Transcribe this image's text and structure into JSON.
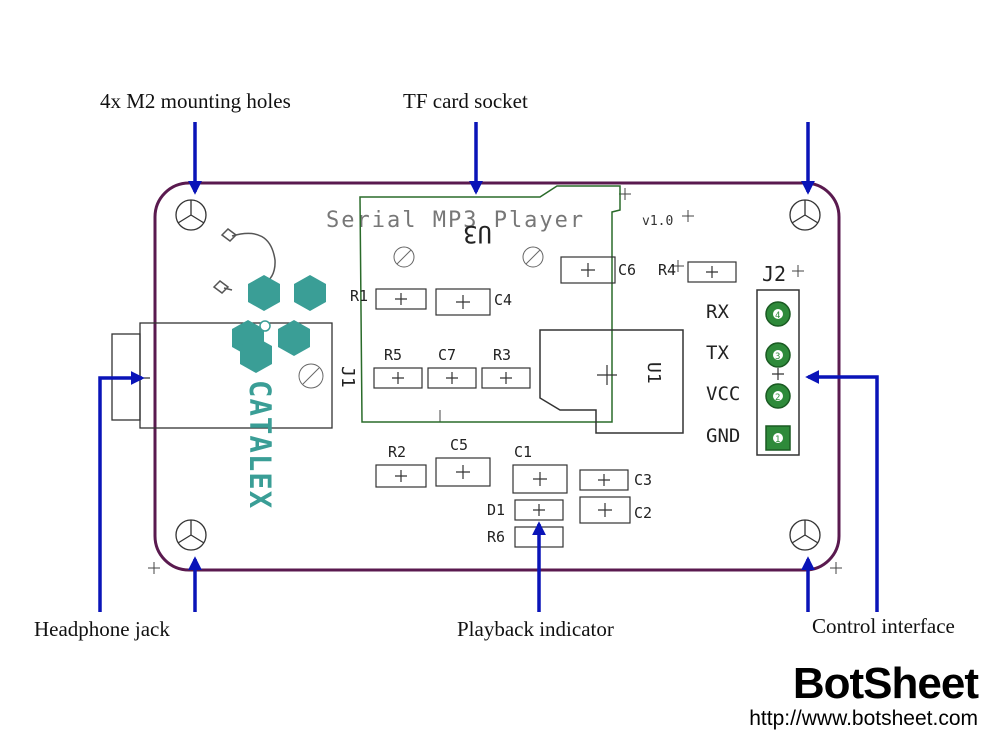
{
  "callouts": {
    "mounting_holes": "4x M2 mounting holes",
    "tf_card_socket": "TF card socket",
    "headphone_jack": "Headphone jack",
    "playback_indicator": "Playback indicator",
    "control_interface": "Control interface"
  },
  "board": {
    "title": "Serial MP3 Player",
    "version": "v1.0",
    "logo_text": "CATALEX",
    "u3_label": "U3",
    "u1_label": "U1",
    "j1_label": "J1",
    "j2_label": "J2",
    "components": {
      "r1": "R1",
      "r2": "R2",
      "r3": "R3",
      "r4": "R4",
      "r5": "R5",
      "r6": "R6",
      "c1": "C1",
      "c2": "C2",
      "c3": "C3",
      "c4": "C4",
      "c5": "C5",
      "c6": "C6",
      "c7": "C7",
      "d1": "D1"
    },
    "pins": [
      {
        "label": "RX",
        "number": "4"
      },
      {
        "label": "TX",
        "number": "3"
      },
      {
        "label": "VCC",
        "number": "2"
      },
      {
        "label": "GND",
        "number": "1"
      }
    ]
  },
  "brand": {
    "name": "BotSheet",
    "url": "http://www.botsheet.com"
  },
  "colors": {
    "board_outline": "#5a1a4f",
    "arrow": "#0a14b8",
    "logo": "#3a9e96",
    "pin_pad": "#2e8a3a"
  }
}
